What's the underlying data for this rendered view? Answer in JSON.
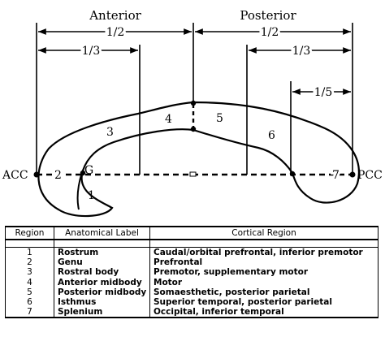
{
  "diagram": {
    "header_anterior": "Anterior",
    "header_posterior": "Posterior",
    "dim_anterior_half": "1/2",
    "dim_posterior_half": "1/2",
    "dim_anterior_third": "1/3",
    "dim_posterior_third": "1/3",
    "dim_posterior_fifth": "1/5",
    "label_acc": "ACC",
    "label_pcc": "PCC",
    "label_genu_point": "G",
    "region_numbers": [
      "1",
      "2",
      "3",
      "4",
      "5",
      "6",
      "7"
    ]
  },
  "table": {
    "headers": [
      "Region",
      "Anatomical Label",
      "Cortical Region"
    ],
    "rows": [
      {
        "region": "1",
        "label": "Rostrum",
        "cortical": "Caudal/orbital prefrontal, inferior premotor"
      },
      {
        "region": "2",
        "label": "Genu",
        "cortical": "Prefrontal"
      },
      {
        "region": "3",
        "label": "Rostral body",
        "cortical": "Premotor, supplementary motor"
      },
      {
        "region": "4",
        "label": "Anterior midbody",
        "cortical": "Motor"
      },
      {
        "region": "5",
        "label": "Posterior midbody",
        "cortical": "Somaesthetic, posterior parietal"
      },
      {
        "region": "6",
        "label": "Isthmus",
        "cortical": "Superior temporal, posterior parietal"
      },
      {
        "region": "7",
        "label": "Splenium",
        "cortical": "Occipital, inferior temporal"
      }
    ]
  }
}
